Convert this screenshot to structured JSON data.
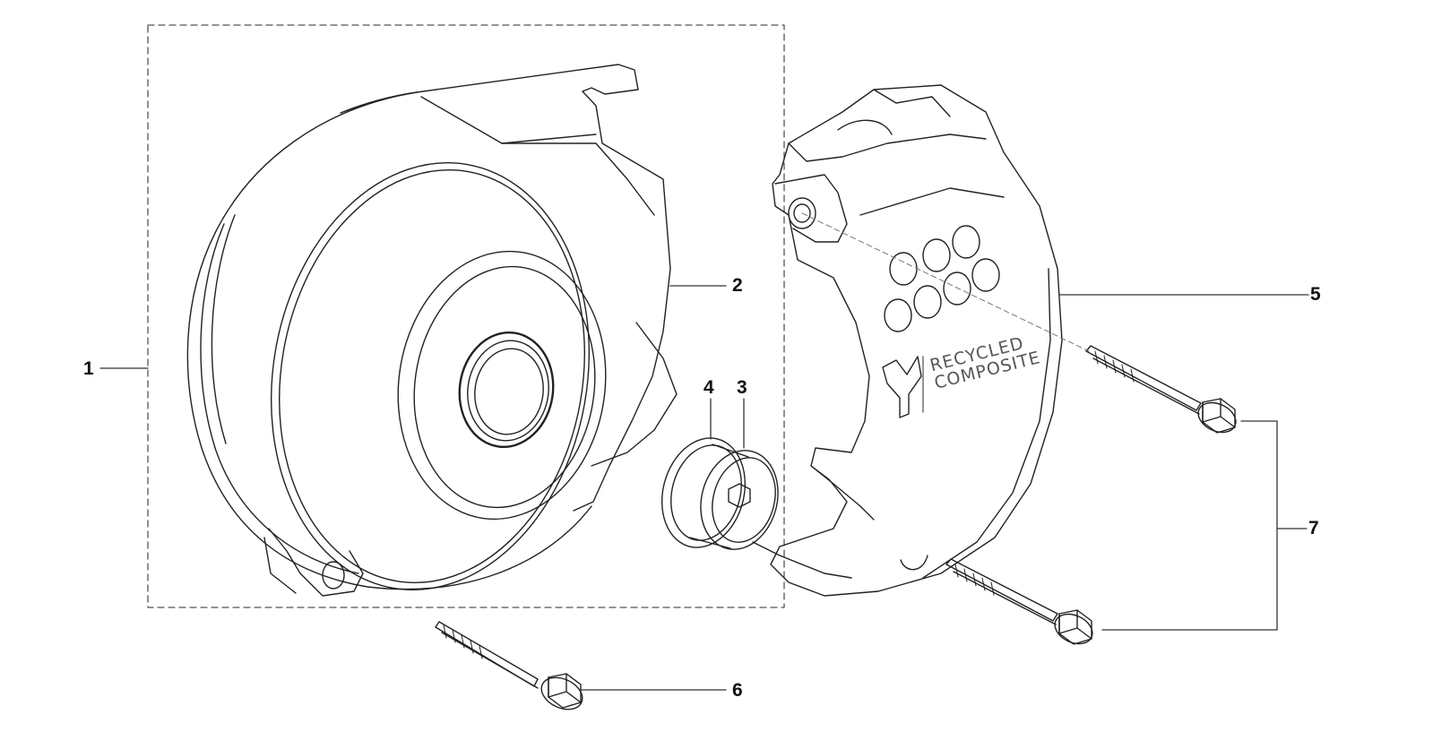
{
  "diagram": {
    "callouts": [
      {
        "id": "1",
        "label": "1"
      },
      {
        "id": "2",
        "label": "2"
      },
      {
        "id": "3",
        "label": "3"
      },
      {
        "id": "4",
        "label": "4"
      },
      {
        "id": "5",
        "label": "5"
      },
      {
        "id": "6",
        "label": "6"
      },
      {
        "id": "7",
        "label": "7"
      }
    ],
    "cover_emboss": {
      "line1": "RECYCLED",
      "line2": "COMPOSITE"
    }
  },
  "colors": {
    "line": "#222222",
    "leader": "#333333",
    "dashed_box": "#555555",
    "background": "#ffffff"
  }
}
